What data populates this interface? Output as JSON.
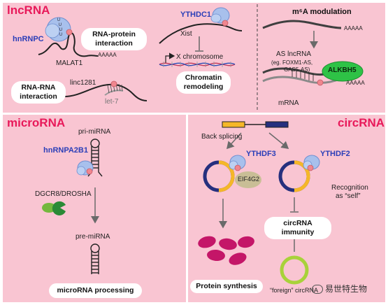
{
  "panels": {
    "lncrna": {
      "title": "lncRNA",
      "hnrnpc": "hnRNPC",
      "malat1": "MALAT1",
      "aaaaa_1": "AAAAA",
      "rna_protein_interaction": "RNA-protein interaction",
      "ythdc1": "YTHDC1",
      "xist": "Xist",
      "x_chromosome": "X chromosome",
      "chromatin_remodeling": "Chromatin remodeling",
      "rna_rna_interaction": "RNA-RNA interaction",
      "linc1281": "linc1281",
      "let7": "let-7"
    },
    "m6a": {
      "title": "m⁶A modulation",
      "aaaaa_top": "AAAAA",
      "as_lncrna": "AS lncRNA",
      "examples_line1": "(eg. FOXM1-AS,",
      "examples_line2": "GAS5-AS)",
      "alkbh5": "ALKBH5",
      "aaaaa_bottom": "AAAAA",
      "mrna": "mRNA"
    },
    "microrna": {
      "title": "microRNA",
      "pri_mirna": "pri-miRNA",
      "hnrnpa2b1": "hnRNPA2B1",
      "dgcr8_drosha": "DGCR8/DROSHA",
      "pre_mirna": "pre-miRNA",
      "processing": "microRNA processing"
    },
    "circrna": {
      "title": "circRNA",
      "back_splicing": "Back splicing",
      "ythdf3": "YTHDF3",
      "eif4g2": "EIF4G2",
      "ythdf2": "YTHDF2",
      "recognition_line1": "Recognition",
      "recognition_line2": "as “self”",
      "circrna_immunity": "circRNA immunity",
      "protein_synthesis": "Protein synthesis",
      "foreign": "“foreign” circRNA"
    }
  },
  "watermark": "易世特生物",
  "colors": {
    "panel_pink": "#f9c5d2",
    "title_pink": "#e8195a",
    "protein_blue": "#a8c0ec",
    "m6a_mark": "#f0868f",
    "alkbh5_green": "#2ec246",
    "exon_yellow": "#f5b728",
    "exon_navy": "#26307e",
    "eif4g2_khaki": "#c9be96",
    "protein_magenta": "#c41668",
    "foreign_circ_green": "#a8d23a",
    "dgcr8_green": "#74b83e"
  }
}
